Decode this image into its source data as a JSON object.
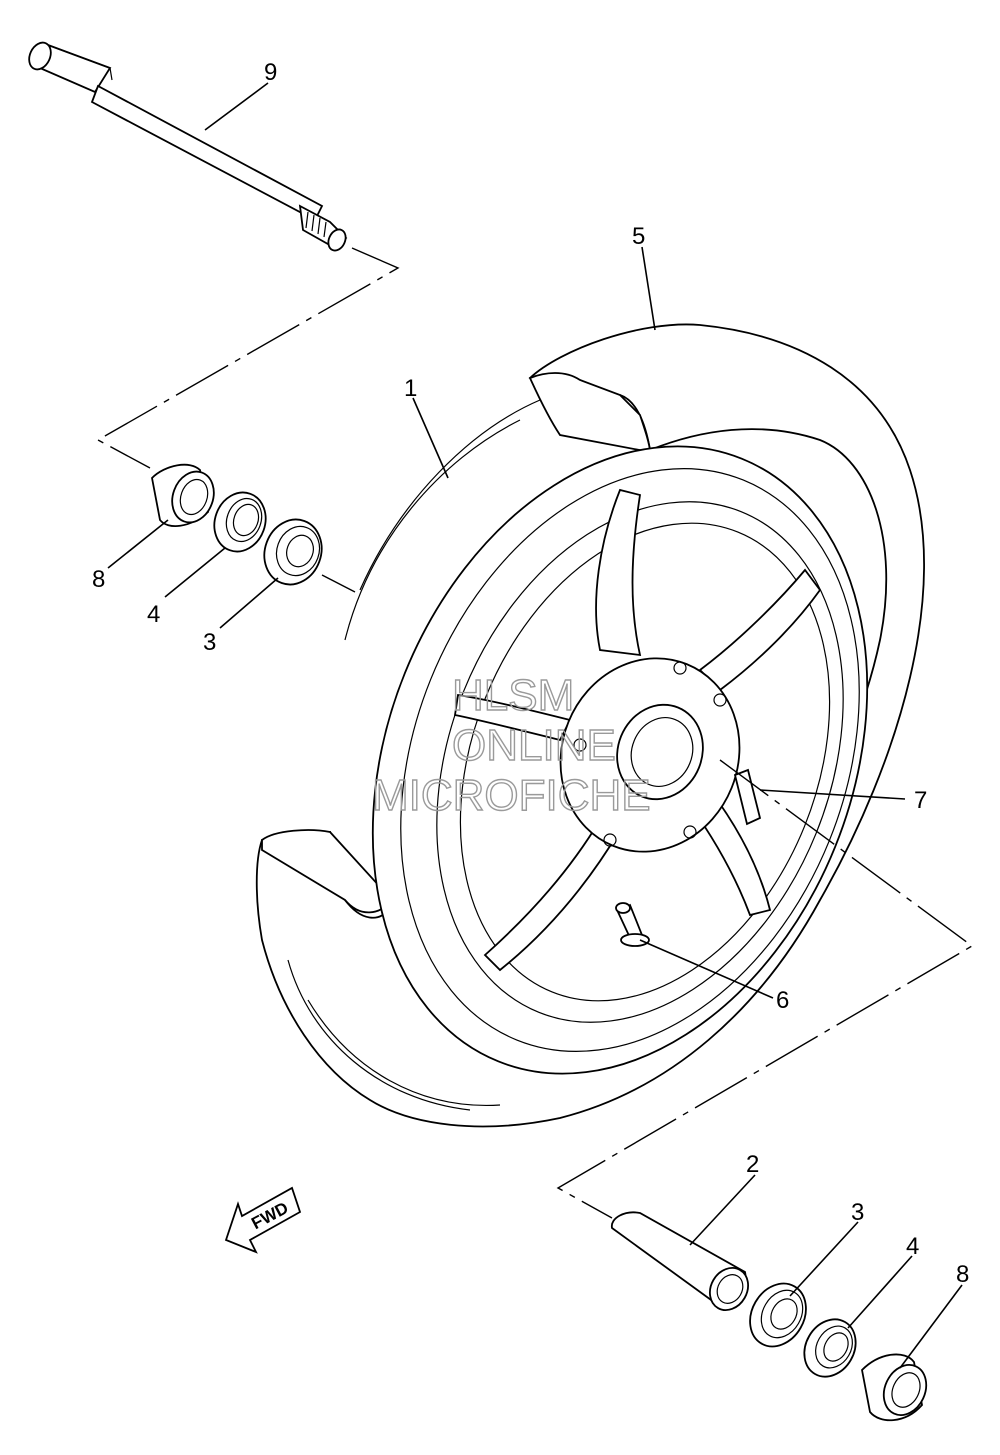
{
  "labels": {
    "axle": "9",
    "tire": "5",
    "wheel": "1",
    "collar_left": "8",
    "seal_left": "4",
    "bearing_left": "3",
    "balance_weight": "7",
    "valve": "6",
    "spacer": "2",
    "bearing_right": "3",
    "seal_right": "4",
    "collar_right": "8"
  },
  "direction_marker": "FWD",
  "watermark": {
    "line1": "HLSM",
    "line2": "ONLINE",
    "line3": "MICROFICHE"
  },
  "colors": {
    "ink": "#000000",
    "watermark": "#9a9a9a",
    "background": "#ffffff"
  }
}
